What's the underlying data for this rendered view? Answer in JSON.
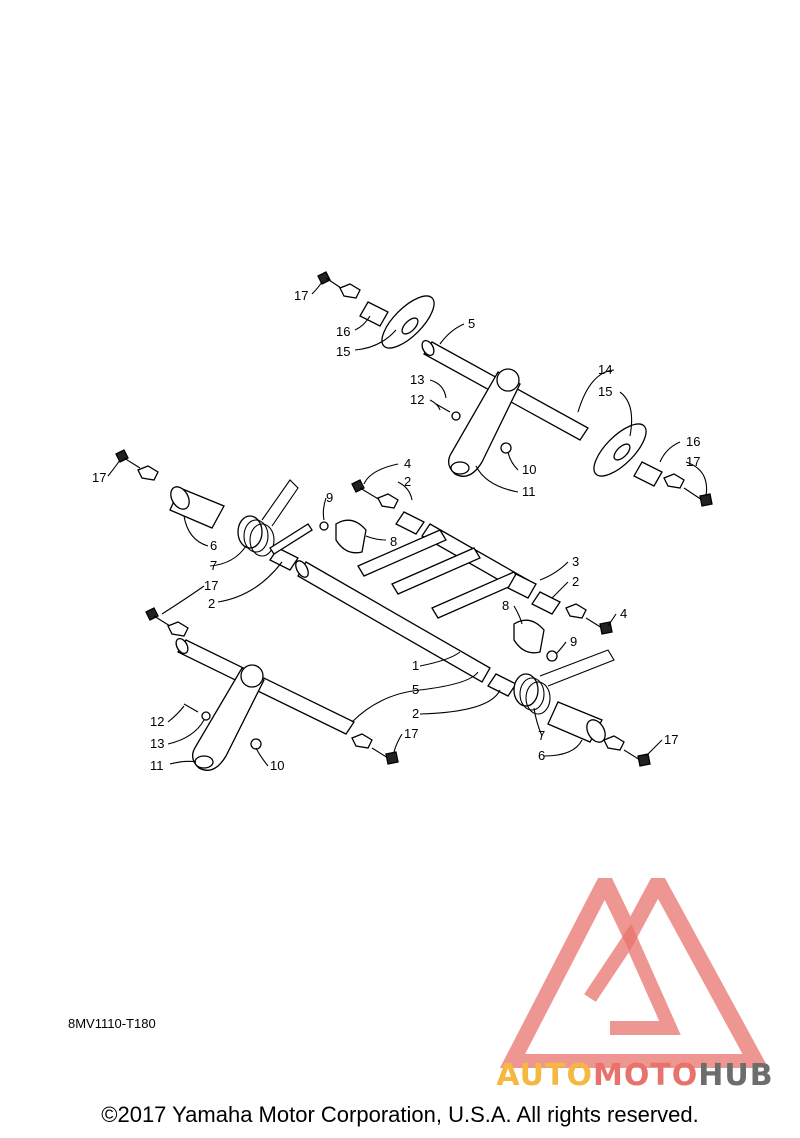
{
  "drawing_code": "8MV1110-T180",
  "copyright": "©2017 Yamaha Motor Corporation, U.S.A. All rights reserved.",
  "watermark": {
    "word_part1": "AUTO",
    "word_part2": "MOTO",
    "word_part3": "HUB",
    "colors": {
      "triangle": "#e8736c",
      "part1": "#f5b942",
      "part2": "#e8736c",
      "part3": "#6d6d6d"
    }
  },
  "callouts": {
    "c1": "1",
    "c2a": "2",
    "c2b": "2",
    "c2c": "2",
    "c2d": "2",
    "c3": "3",
    "c4a": "4",
    "c4b": "4",
    "c5a": "5",
    "c5b": "5",
    "c6a": "6",
    "c6b": "6",
    "c7a": "7",
    "c7b": "7",
    "c8a": "8",
    "c8b": "8",
    "c9a": "9",
    "c9b": "9",
    "c10a": "10",
    "c10b": "10",
    "c11a": "11",
    "c11b": "11",
    "c12a": "12",
    "c12b": "12",
    "c13a": "13",
    "c13b": "13",
    "c14": "14",
    "c15a": "15",
    "c15b": "15",
    "c16a": "16",
    "c16b": "16",
    "c17a": "17",
    "c17b": "17",
    "c17c": "17",
    "c17d": "17",
    "c17e": "17",
    "c17f": "17"
  }
}
